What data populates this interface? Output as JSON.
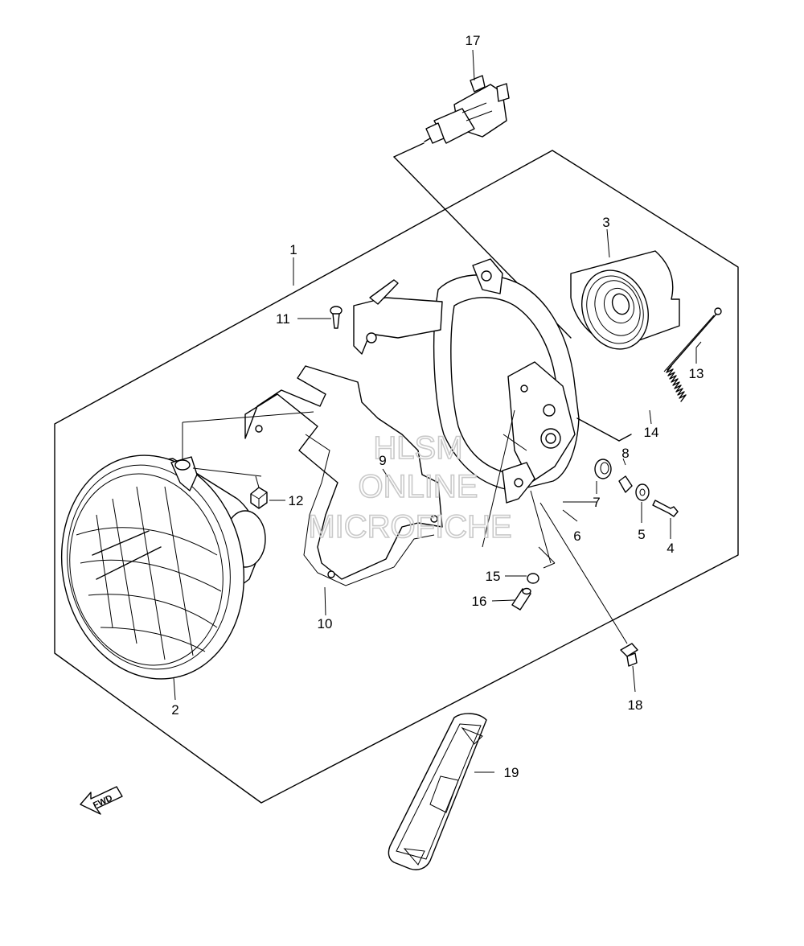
{
  "watermark": {
    "line1": "HLSM",
    "line2": "ONLINE",
    "line3": "MICROFICHE"
  },
  "fwd_arrow": {
    "label": "FWD"
  },
  "callouts": [
    {
      "label": "1"
    },
    {
      "label": "2"
    },
    {
      "label": "3"
    },
    {
      "label": "4"
    },
    {
      "label": "5"
    },
    {
      "label": "6"
    },
    {
      "label": "7"
    },
    {
      "label": "8"
    },
    {
      "label": "9"
    },
    {
      "label": "10"
    },
    {
      "label": "11"
    },
    {
      "label": "12"
    },
    {
      "label": "13"
    },
    {
      "label": "14"
    },
    {
      "label": "15"
    },
    {
      "label": "16"
    },
    {
      "label": "17"
    },
    {
      "label": "18"
    },
    {
      "label": "19"
    }
  ]
}
